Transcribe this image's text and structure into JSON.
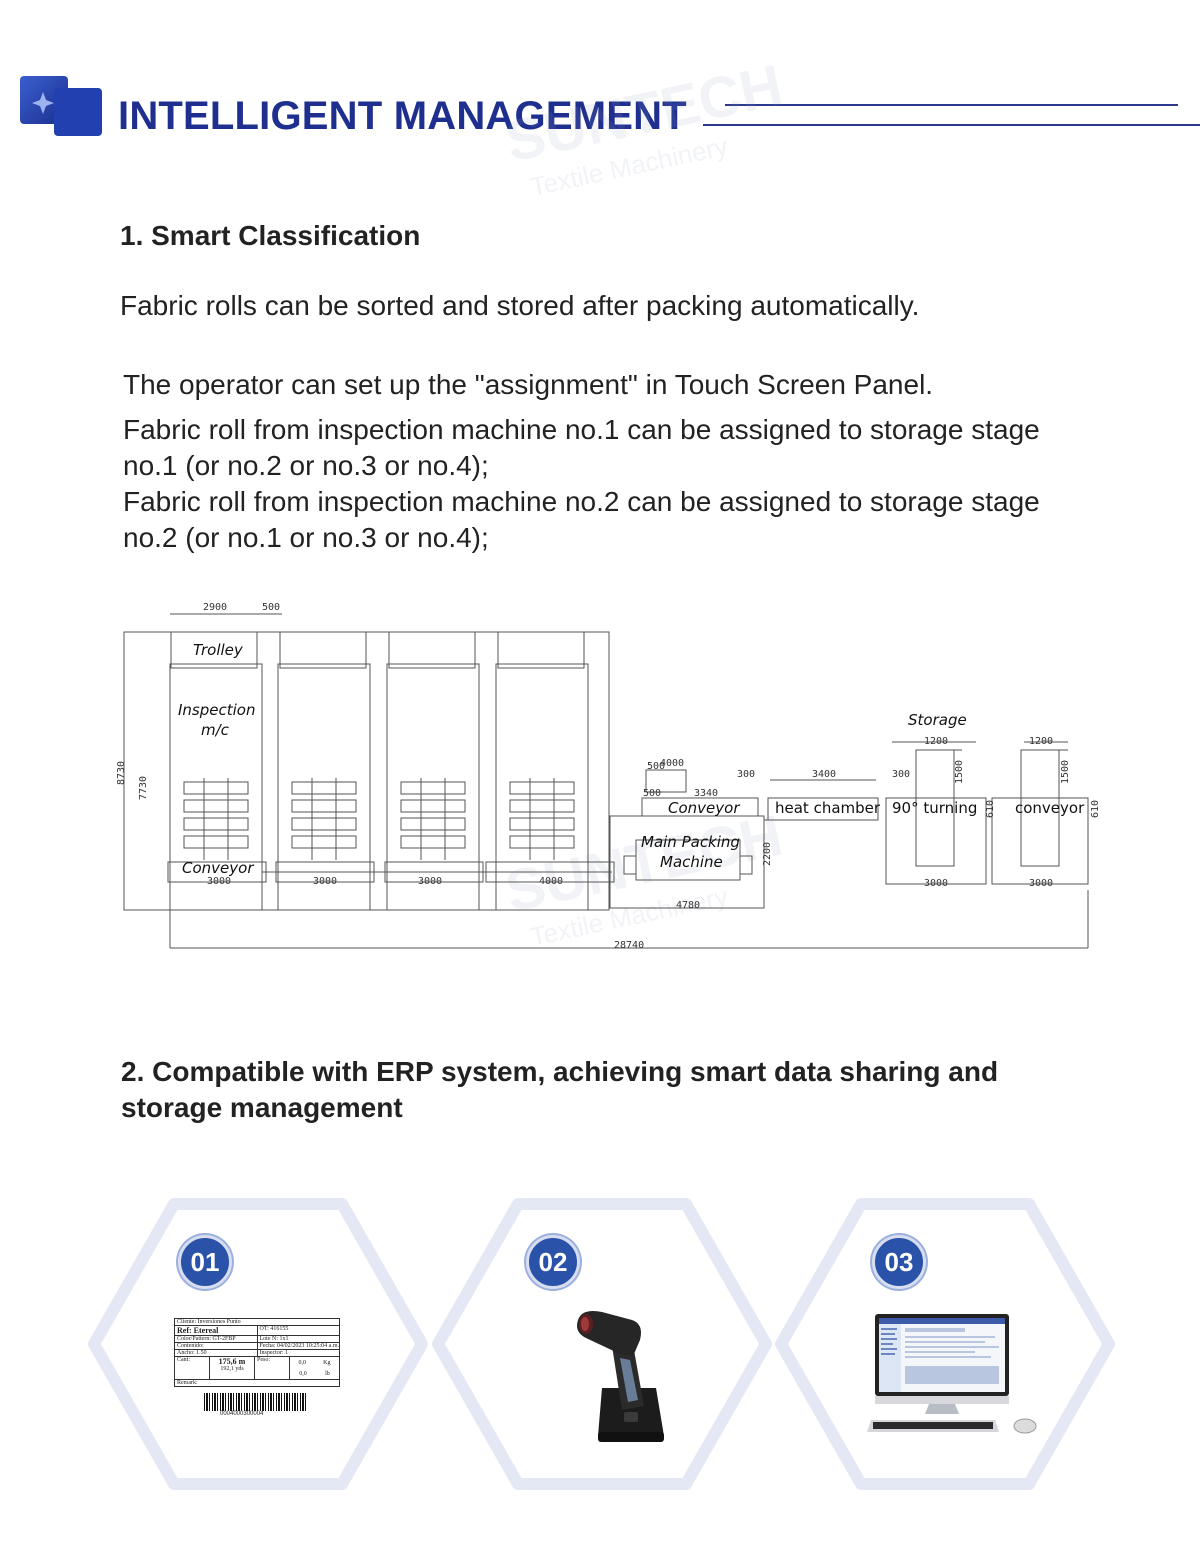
{
  "header": {
    "title": "INTELLIGENT MANAGEMENT"
  },
  "section1": {
    "heading": "1. Smart Classification",
    "intro": "Fabric rolls can be sorted and stored after packing automatically.",
    "lines": [
      "The operator can set up the \"assignment\" in Touch Screen Panel.",
      "Fabric roll from inspection machine no.1 can be assigned to storage stage",
      "no.1 (or no.2 or no.3 or no.4);",
      "Fabric roll from inspection machine no.2 can be assigned to storage stage",
      "no.2 (or no.1 or no.3 or no.4);"
    ]
  },
  "diagram": {
    "labels": {
      "trolley": "Trolley",
      "inspection_1": "Inspection",
      "inspection_2": "m/c",
      "conveyor_left": "Conveyor",
      "conveyor_top": "Conveyor",
      "main_packing_1": "Main Packing",
      "main_packing_2": "Machine",
      "heat_chamber": "heat chamber",
      "turning": "90° turning",
      "conveyor_right": "conveyor",
      "storage": "Storage"
    },
    "dimensions": {
      "d2900": "2900",
      "d500a": "500",
      "d8730": "8730",
      "d7730": "7730",
      "d3000a": "3000",
      "d3000b": "3000",
      "d3000c": "3000",
      "d4000a": "4000",
      "d500b": "500",
      "d4000b": "4000",
      "d3340": "3340",
      "d500c": "500",
      "d300a": "300",
      "d3400": "3400",
      "d300b": "300",
      "d2200": "2200",
      "d4780": "4780",
      "d1200a": "1200",
      "d1500a": "1500",
      "d610a": "610",
      "d3000d": "3000",
      "d1200b": "1200",
      "d1500b": "1500",
      "d610b": "610",
      "d3000e": "3000",
      "d28740": "28740"
    }
  },
  "section2": {
    "heading_line1": "2. Compatible with ERP system, achieving smart data sharing and",
    "heading_line2": "storage management"
  },
  "steps": [
    {
      "number": "01",
      "label": {
        "cliente": "Cliente: Inversiones Punto",
        "ref": "Ref: Etereal",
        "ot": "OT: 416155",
        "color": "Color/Pattern: GT-2FBP",
        "lote": "Lote N: 1x1",
        "contenido": "Contenido:",
        "fecha": "Fecha: 04/02/2023 10:25:04 a.m.",
        "ancho": "Ancho: 1.50",
        "inspector": "Inspector: 1",
        "cant": "Cant:",
        "cant_value": "175,6 m",
        "cant_value2": "192,1 yds",
        "peso": "Peso:",
        "peso_v1": "0,0",
        "peso_u1": "Kg",
        "peso_v2": "0,0",
        "peso_u2": "lb",
        "rmk": "Remark:",
        "barcode": "0004000300004"
      }
    },
    {
      "number": "02"
    },
    {
      "number": "03"
    }
  ],
  "colors": {
    "brand_blue": "#1f2f8f",
    "badge_blue": "#2a52a8",
    "hex_outline": "#e3e8f4"
  }
}
